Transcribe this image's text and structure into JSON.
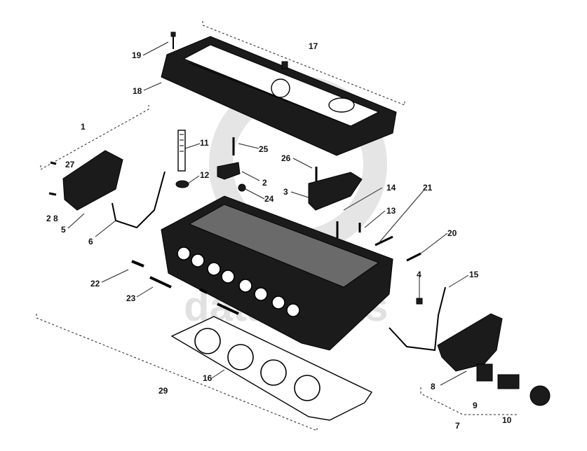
{
  "watermark": {
    "line1": "data",
    "line2": "ts"
  },
  "callouts": [
    {
      "id": "1",
      "text": "1"
    },
    {
      "id": "2",
      "text": "2"
    },
    {
      "id": "3",
      "text": "3"
    },
    {
      "id": "4",
      "text": "4"
    },
    {
      "id": "5",
      "text": "5"
    },
    {
      "id": "6",
      "text": "6"
    },
    {
      "id": "7",
      "text": "7"
    },
    {
      "id": "8",
      "text": "8"
    },
    {
      "id": "9",
      "text": "9"
    },
    {
      "id": "10",
      "text": "10"
    },
    {
      "id": "11",
      "text": "11"
    },
    {
      "id": "12",
      "text": "12"
    },
    {
      "id": "13",
      "text": "13"
    },
    {
      "id": "14",
      "text": "14"
    },
    {
      "id": "15",
      "text": "15"
    },
    {
      "id": "16",
      "text": "16"
    },
    {
      "id": "17",
      "text": "17"
    },
    {
      "id": "18",
      "text": "18"
    },
    {
      "id": "19",
      "text": "19"
    },
    {
      "id": "20",
      "text": "20"
    },
    {
      "id": "21",
      "text": "21"
    },
    {
      "id": "22",
      "text": "22"
    },
    {
      "id": "23",
      "text": "23"
    },
    {
      "id": "24",
      "text": "24"
    },
    {
      "id": "25",
      "text": "25"
    },
    {
      "id": "26",
      "text": "26"
    },
    {
      "id": "27",
      "text": "27"
    },
    {
      "id": "28",
      "text": "2 8"
    },
    {
      "id": "29",
      "text": "29"
    }
  ]
}
